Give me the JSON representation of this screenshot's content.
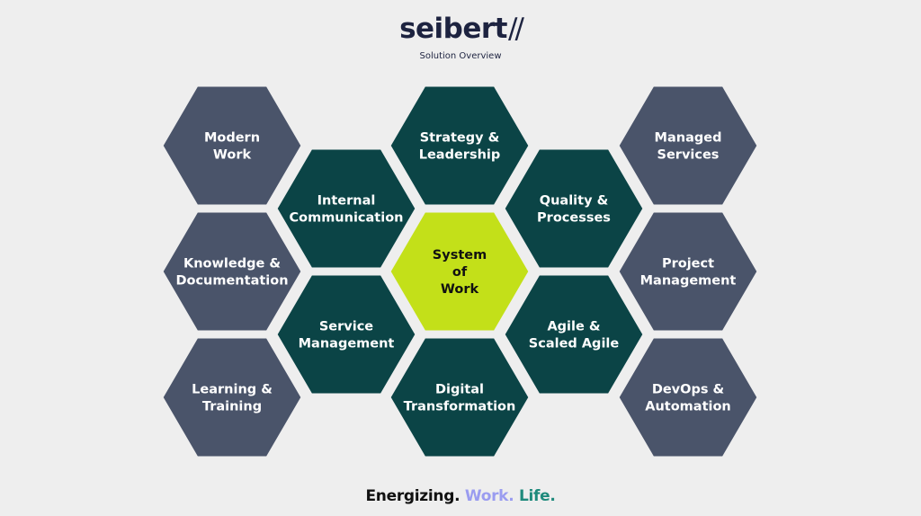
{
  "header": {
    "logo_text": "seibert",
    "logo_slashes": "//",
    "subtitle": "Solution Overview"
  },
  "colors": {
    "outer_hex": "#4a546a",
    "inner_hex": "#0b4446",
    "center_hex": "#c3e019",
    "light_text": "#ffffff",
    "dark_text": "#111111",
    "tagline_dark": "#111111",
    "tagline_lavender": "#9a9cf0",
    "tagline_teal": "#1f8a7c"
  },
  "hexagons": [
    {
      "name": "hex-modern-work",
      "lines": [
        "Modern",
        "Work"
      ],
      "kind": "outer"
    },
    {
      "name": "hex-knowledge-documentation",
      "lines": [
        "Knowledge &",
        "Documentation"
      ],
      "kind": "outer"
    },
    {
      "name": "hex-learning-training",
      "lines": [
        "Learning &",
        "Training"
      ],
      "kind": "outer"
    },
    {
      "name": "hex-internal-communication",
      "lines": [
        "Internal",
        "Communication"
      ],
      "kind": "inner"
    },
    {
      "name": "hex-service-management",
      "lines": [
        "Service",
        "Management"
      ],
      "kind": "inner"
    },
    {
      "name": "hex-strategy-leadership",
      "lines": [
        "Strategy &",
        "Leadership"
      ],
      "kind": "inner"
    },
    {
      "name": "hex-system-of-work",
      "lines": [
        "System",
        "of",
        "Work"
      ],
      "kind": "center"
    },
    {
      "name": "hex-digital-transformation",
      "lines": [
        "Digital",
        "Transformation"
      ],
      "kind": "inner"
    },
    {
      "name": "hex-quality-processes",
      "lines": [
        "Quality &",
        "Processes"
      ],
      "kind": "inner"
    },
    {
      "name": "hex-agile-scaled-agile",
      "lines": [
        "Agile &",
        "Scaled Agile"
      ],
      "kind": "inner"
    },
    {
      "name": "hex-managed-services",
      "lines": [
        "Managed",
        "Services"
      ],
      "kind": "outer"
    },
    {
      "name": "hex-project-management",
      "lines": [
        "Project",
        "Management"
      ],
      "kind": "outer"
    },
    {
      "name": "hex-devops-automation",
      "lines": [
        "DevOps &",
        "Automation"
      ],
      "kind": "outer"
    }
  ],
  "tagline": {
    "part1": "Energizing.",
    "part2": "Work.",
    "part3": "Life."
  }
}
